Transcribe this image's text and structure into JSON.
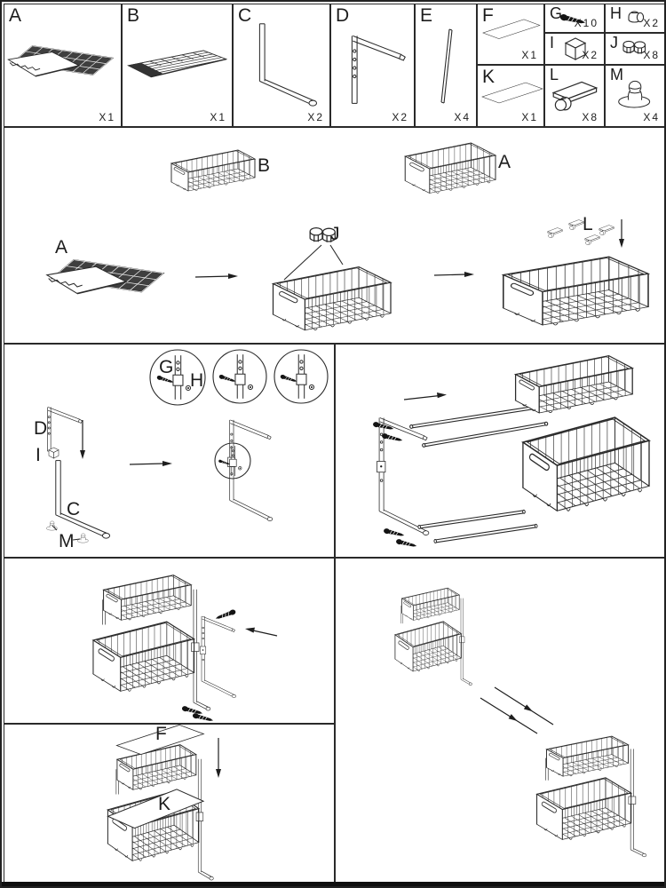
{
  "parts": [
    {
      "label": "A",
      "qty": "X1"
    },
    {
      "label": "B",
      "qty": "X1"
    },
    {
      "label": "C",
      "qty": "X2"
    },
    {
      "label": "D",
      "qty": "X2"
    },
    {
      "label": "E",
      "qty": "X4"
    },
    {
      "label": "F",
      "qty": "X1"
    },
    {
      "label": "G",
      "qty": "X10"
    },
    {
      "label": "H",
      "qty": "X2"
    },
    {
      "label": "I",
      "qty": "X2"
    },
    {
      "label": "J",
      "qty": "X8"
    },
    {
      "label": "K",
      "qty": "X1"
    },
    {
      "label": "L",
      "qty": "X8"
    },
    {
      "label": "M",
      "qty": "X4"
    }
  ],
  "annotations": {
    "step1_b": "B",
    "step1_a_basket": "A",
    "step1_a_flat": "A",
    "step1_j": "J",
    "step1_l": "L",
    "step2_g": "G",
    "step2_h": "H",
    "step2_d": "D",
    "step2_i": "I",
    "step2_c": "C",
    "step2_m": "M",
    "step6_f": "F",
    "step6_k": "K"
  }
}
